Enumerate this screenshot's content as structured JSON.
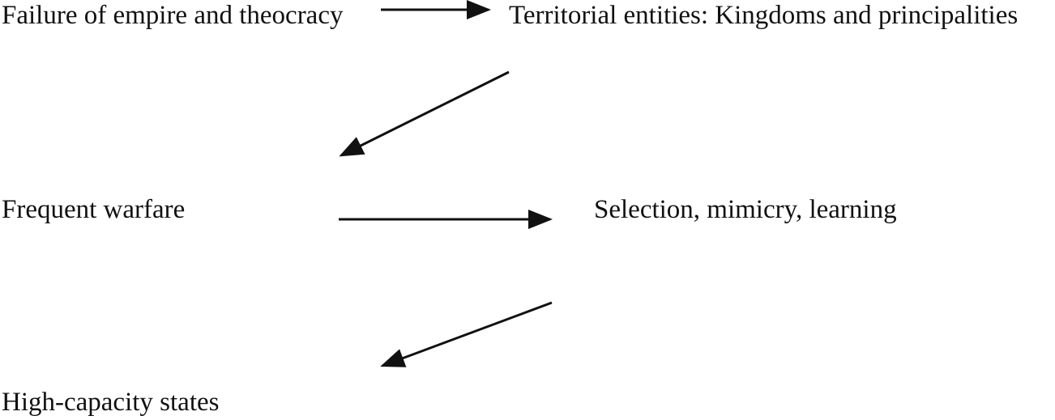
{
  "diagram": {
    "nodes": [
      {
        "id": "failure",
        "label": "Failure of empire and theocracy"
      },
      {
        "id": "territorial",
        "label": "Territorial entities:  Kingdoms and principalities"
      },
      {
        "id": "warfare",
        "label": "Frequent warfare"
      },
      {
        "id": "selection",
        "label": "Selection, mimicry, learning"
      },
      {
        "id": "states",
        "label": "High-capacity states"
      }
    ],
    "edges": [
      {
        "from": "failure",
        "to": "territorial"
      },
      {
        "from": "territorial",
        "to": "warfare"
      },
      {
        "from": "warfare",
        "to": "selection"
      },
      {
        "from": "selection",
        "to": "states"
      }
    ],
    "colors": {
      "text": "#111111",
      "arrow": "#111111",
      "background": "#ffffff"
    }
  }
}
